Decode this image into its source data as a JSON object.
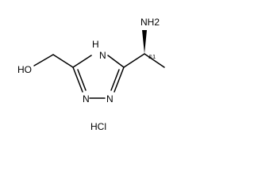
{
  "molecule": {
    "atoms": {
      "amine": "NH2",
      "ring_nh": "H",
      "ring_nh_n": "N",
      "n1": "N",
      "n2": "N",
      "hydroxyl": "HO"
    },
    "stereo_label": "&1",
    "salt": "HCl"
  }
}
